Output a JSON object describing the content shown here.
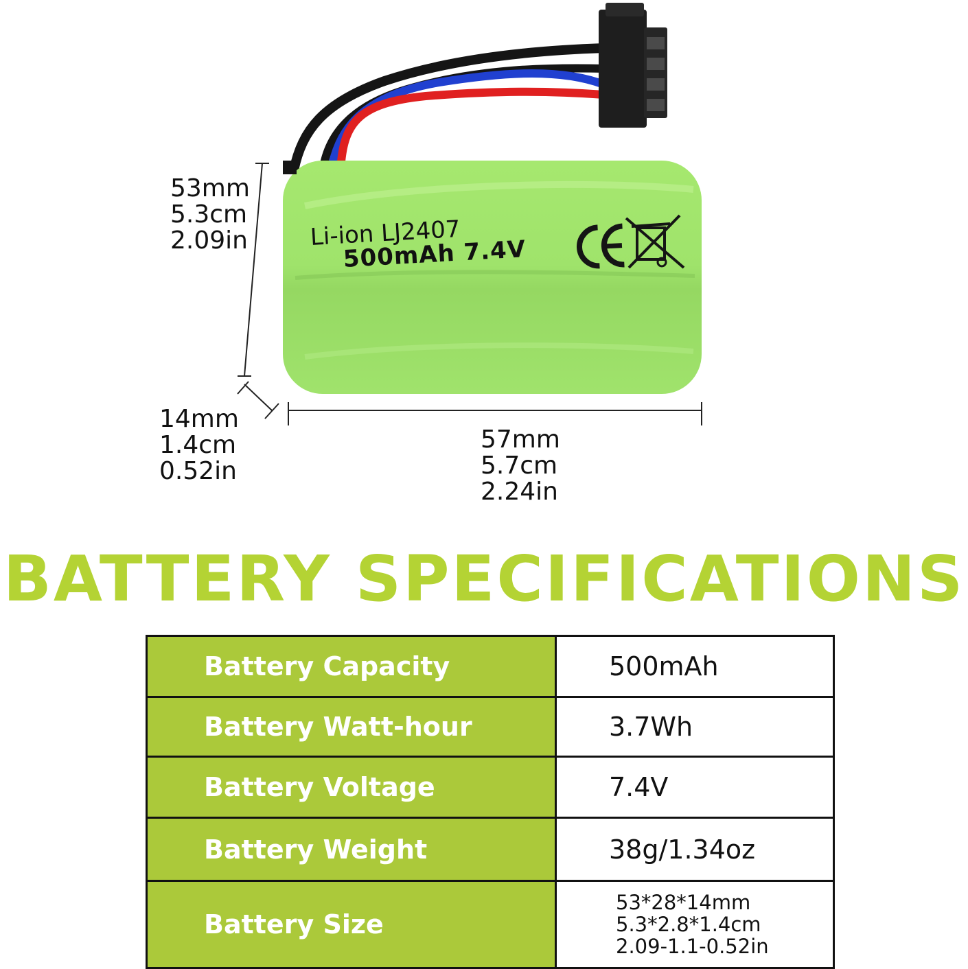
{
  "dimensions": {
    "height": [
      "53mm",
      "5.3cm",
      "2.09in"
    ],
    "depth": [
      "14mm",
      "1.4cm",
      "0.52in"
    ],
    "width": [
      "57mm",
      "5.7cm",
      "2.24in"
    ]
  },
  "battery_label": {
    "line1": "Li-ion LJ2407",
    "line2": "500mAh 7.4V",
    "marks": [
      "CE"
    ]
  },
  "title": "BATTERY SPECIFICATIONS",
  "specs": [
    {
      "label": "Battery Capacity",
      "value": "500mAh"
    },
    {
      "label": "Battery Watt-hour",
      "value": "3.7Wh"
    },
    {
      "label": "Battery Voltage",
      "value": "7.4V"
    },
    {
      "label": "Battery Weight",
      "value": "38g/1.34oz"
    },
    {
      "label": "Battery Size",
      "value_lines": [
        "53*28*14mm",
        "5.3*2.8*1.4cm",
        "2.09-1.1-0.52in"
      ]
    }
  ],
  "colors": {
    "accent": "#b4d334",
    "label_cell": "#abc93a",
    "battery_wrap": "#9fe36b",
    "wire_red": "#e02020",
    "wire_blue": "#2040d0",
    "wire_black": "#151515"
  }
}
